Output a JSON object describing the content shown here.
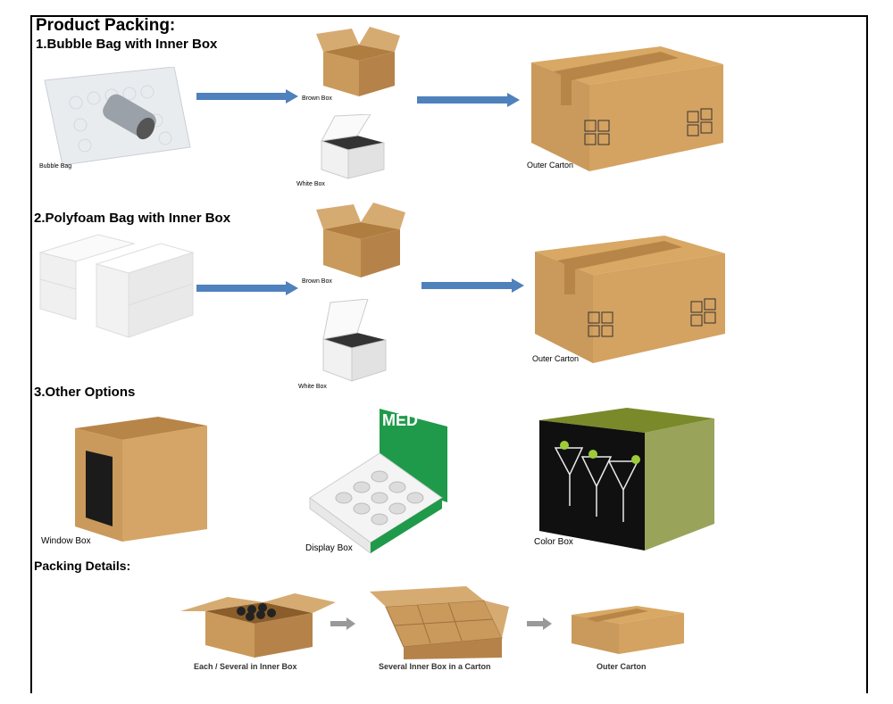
{
  "title": "Product Packing:",
  "sections": [
    {
      "heading": "1.Bubble Bag with Inner Box",
      "items": [
        "Bubble Bag",
        "Brown Box",
        "White Box",
        "Outer Carton"
      ]
    },
    {
      "heading": "2.Polyfoam Bag with Inner Box",
      "items": [
        "Brown Box",
        "White Box",
        "Outer Carton"
      ]
    },
    {
      "heading": "3.Other Options",
      "items": [
        "Window Box",
        "Display Box",
        "Color Box"
      ]
    }
  ],
  "display_box_brand": "MED",
  "packing_details": {
    "heading": "Packing Details:",
    "steps": [
      "Each / Several in Inner Box",
      "Several Inner Box in a Carton",
      "Outer Carton"
    ]
  },
  "colors": {
    "kraft": "#c99a5b",
    "arrow": "#4f81bd",
    "display_green": "#1f9a4a"
  }
}
